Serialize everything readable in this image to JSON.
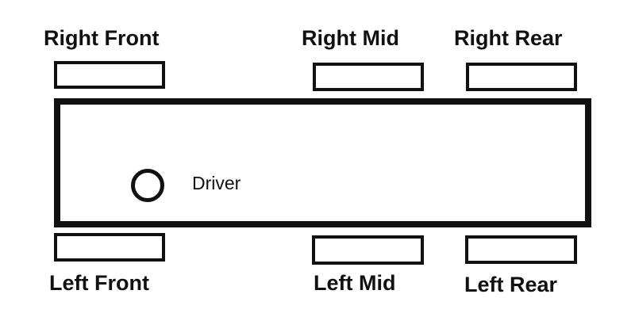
{
  "positions": {
    "right_front": "Right Front",
    "right_mid": "Right Mid",
    "right_rear": "Right Rear",
    "left_front": "Left Front",
    "left_mid": "Left Mid",
    "left_rear": "Left Rear"
  },
  "driver_label": "Driver"
}
